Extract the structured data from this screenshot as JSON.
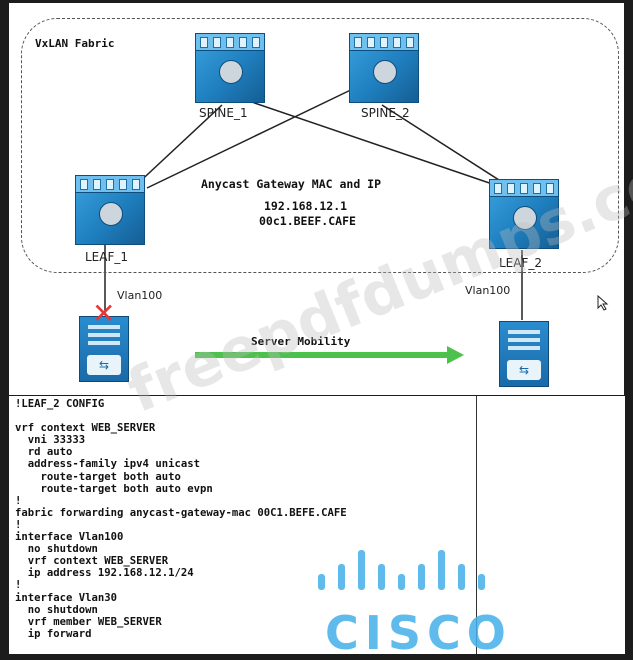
{
  "diagram": {
    "fabric_label": "VxLAN Fabric",
    "spine1_label": "SPINE_1",
    "spine2_label": "SPINE_2",
    "leaf1_label": "LEAF_1",
    "leaf2_label": "LEAF_2",
    "anycast_title": "Anycast Gateway MAC and IP",
    "anycast_ip": "192.168.12.1",
    "anycast_mac": "00c1.BEEF.CAFE",
    "vlan_left": "Vlan100",
    "vlan_right": "Vlan100",
    "mobility_label": "Server Mobility",
    "failure_mark": "✕",
    "colors": {
      "switch_blue": "#1f7fbf",
      "arrow_green": "#4cc14c",
      "fail_red": "#e23a3a"
    }
  },
  "config": {
    "lines": [
      "!LEAF_2 CONFIG",
      "",
      "vrf context WEB_SERVER",
      "  vni 33333",
      "  rd auto",
      "  address-family ipv4 unicast",
      "    route-target both auto",
      "    route-target both auto evpn",
      "!",
      "fabric forwarding anycast-gateway-mac 00C1.BEFE.CAFE",
      "!",
      "interface Vlan100",
      "  no shutdown",
      "  vrf context WEB_SERVER",
      "  ip address 192.168.12.1/24",
      "!",
      "interface Vlan30",
      "  no shutdown",
      "  vrf member WEB_SERVER",
      "  ip forward"
    ]
  },
  "logo": {
    "text": "CISCO",
    "color": "#43b0e8"
  },
  "watermark": "freepdfdumps.com"
}
